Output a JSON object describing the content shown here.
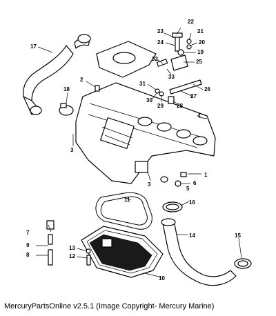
{
  "footer": "MercuryPartsOnline v2.5.1 (Image Copyright- Mercury Marine)",
  "callouts": [
    "1",
    "2",
    "3",
    "3",
    "4",
    "5",
    "6",
    "7",
    "8",
    "9",
    "10",
    "11",
    "12",
    "13",
    "14",
    "15",
    "16",
    "17",
    "18",
    "19",
    "20",
    "21",
    "22",
    "23",
    "24",
    "25",
    "26",
    "27",
    "28",
    "29",
    "30",
    "31",
    "32",
    "33"
  ]
}
